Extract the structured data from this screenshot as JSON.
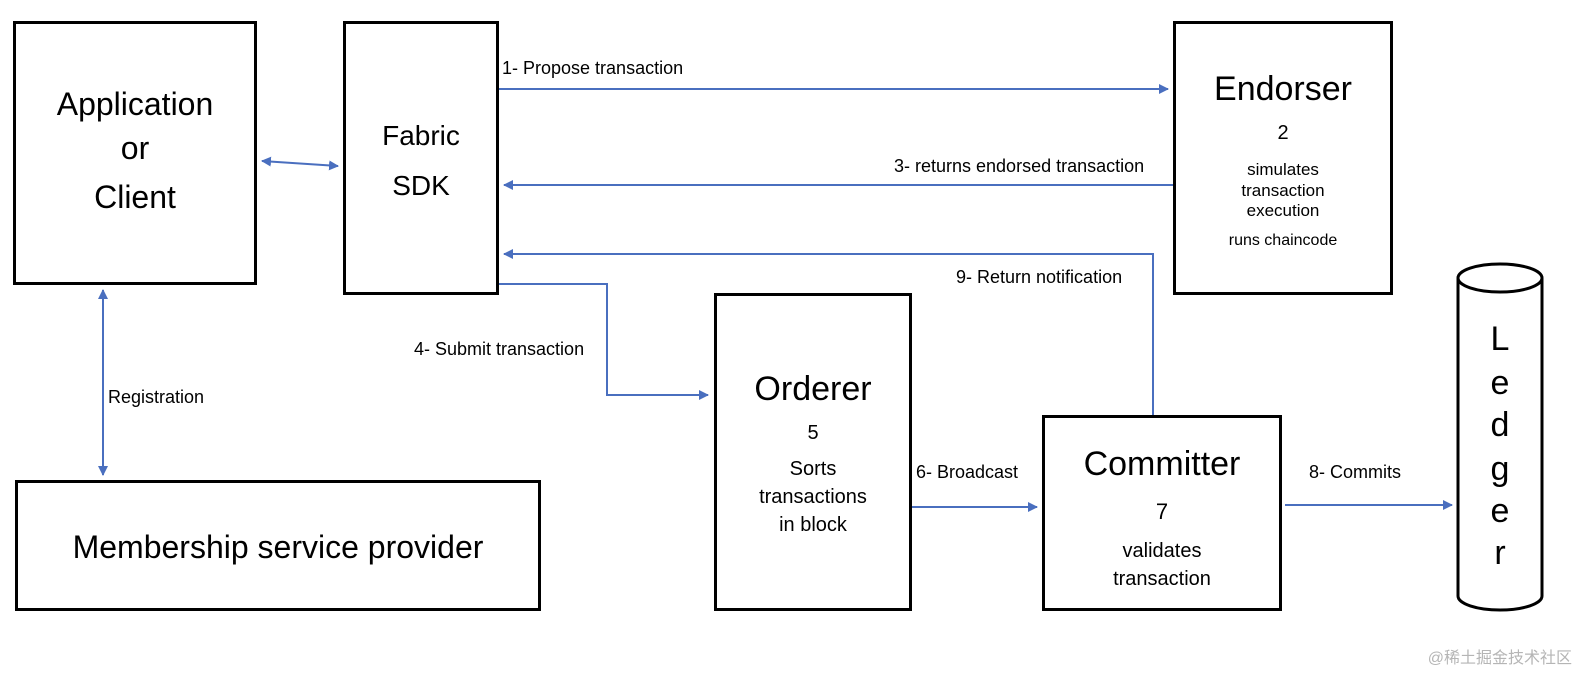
{
  "nodes": {
    "app": {
      "lines": [
        "Application",
        "or",
        "Client"
      ]
    },
    "sdk": {
      "lines": [
        "Fabric",
        "SDK"
      ]
    },
    "endorser": {
      "title": "Endorser",
      "number": "2",
      "lines": [
        "simulates",
        "transaction",
        "execution"
      ],
      "extra": "runs chaincode"
    },
    "msp": {
      "title": "Membership service provider"
    },
    "orderer": {
      "title": "Orderer",
      "number": "5",
      "lines": [
        "Sorts",
        "transactions",
        "in block"
      ]
    },
    "committer": {
      "title": "Committer",
      "number": "7",
      "lines": [
        "validates",
        "transaction"
      ]
    },
    "ledger": {
      "letters": [
        "L",
        "e",
        "d",
        "g",
        "e",
        "r"
      ]
    }
  },
  "edges": {
    "propose": "1- Propose transaction",
    "returns_endorsed": "3- returns endorsed transaction",
    "submit": "4- Submit transaction",
    "broadcast": "6- Broadcast",
    "commits": "8- Commits",
    "return_notification": "9- Return notification",
    "registration": "Registration"
  },
  "watermark": "@稀土掘金技术社区",
  "colors": {
    "arrow": "#4a6fbf",
    "border": "#000000"
  }
}
